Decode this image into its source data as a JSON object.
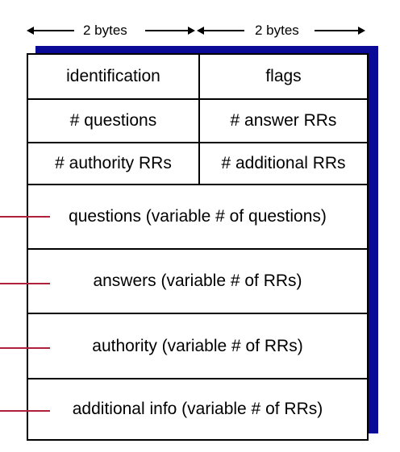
{
  "header": {
    "left_width_label": "2 bytes",
    "right_width_label": "2 bytes"
  },
  "fields": {
    "identification": "identification",
    "flags": "flags",
    "questions_count": "# questions",
    "answer_rrs": "# answer RRs",
    "authority_rrs": "# authority RRs",
    "additional_rrs": "# additional RRs"
  },
  "sections": {
    "questions": "questions (variable # of questions)",
    "answers": "answers (variable # of RRs)",
    "authority": "authority (variable # of RRs)",
    "additional": "additional info (variable # of RRs)"
  },
  "colors": {
    "shadow": "#0a0a96",
    "leader": "#b0203a"
  }
}
